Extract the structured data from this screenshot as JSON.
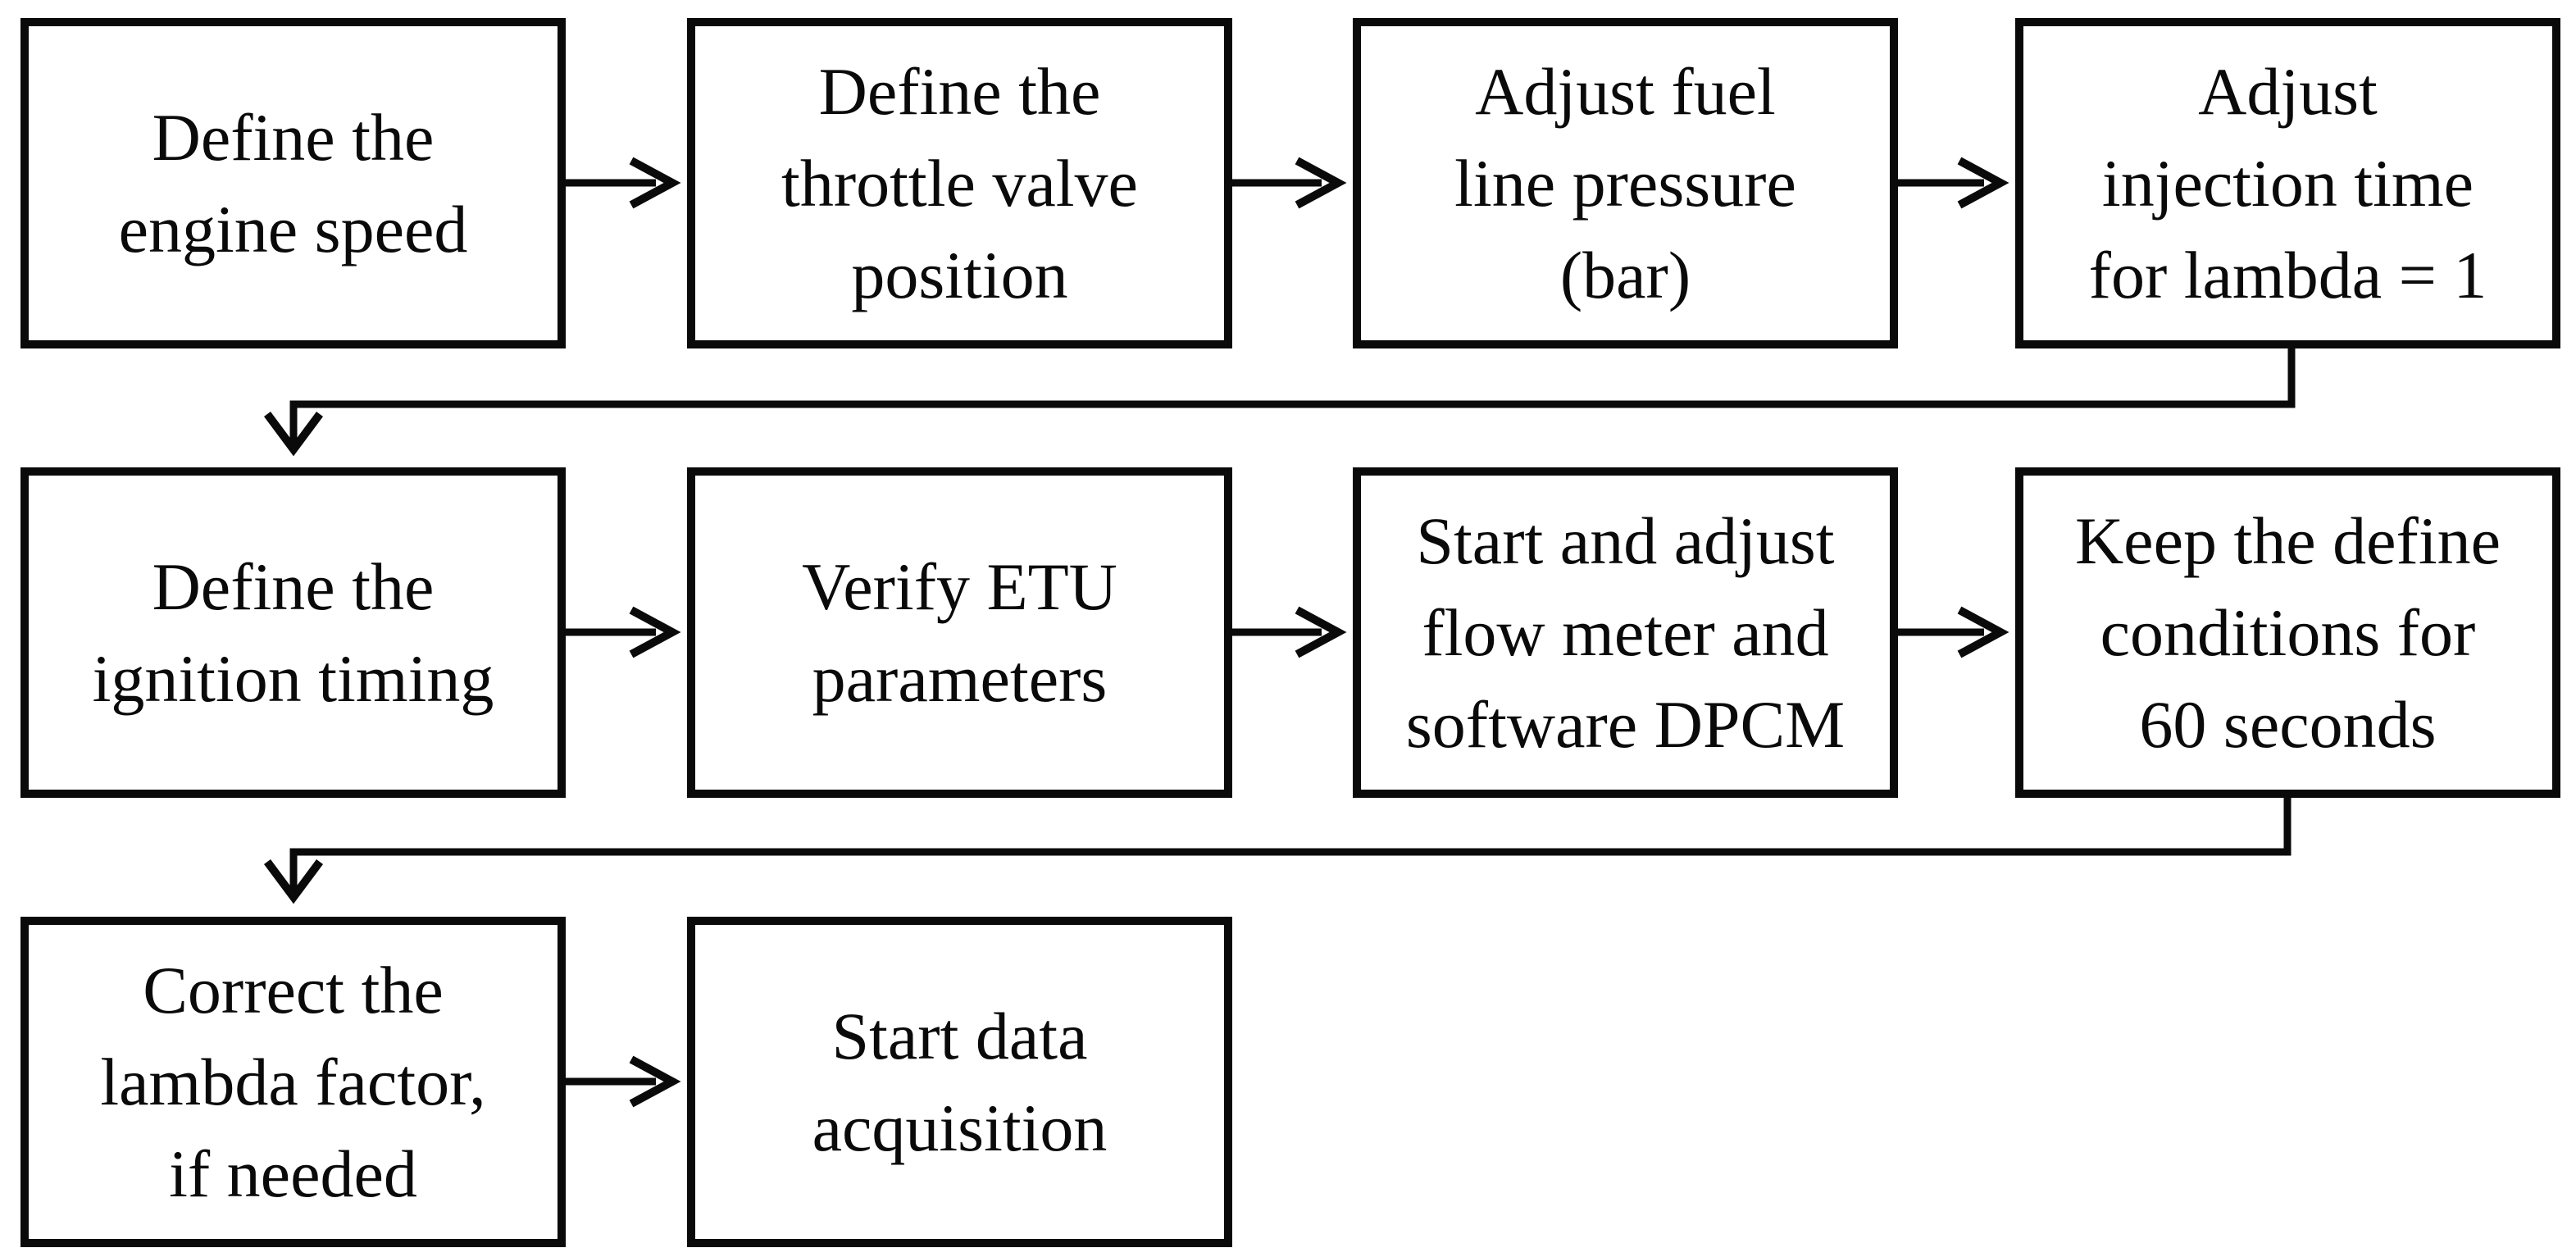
{
  "canvas": {
    "background_color": "#ffffff",
    "line_color": "#0a0a0a",
    "text_color": "#0a0a0a"
  },
  "flowchart": {
    "nodes": [
      {
        "id": "define-engine-speed",
        "label": "Define the\nengine speed"
      },
      {
        "id": "define-throttle-valve-position",
        "label": "Define the\nthrottle valve\nposition"
      },
      {
        "id": "adjust-fuel-line-pressure",
        "label": "Adjust fuel\nline pressure\n(bar)"
      },
      {
        "id": "adjust-injection-time",
        "label": "Adjust\ninjection time\nfor lambda = 1"
      },
      {
        "id": "define-ignition-timing",
        "label": "Define the\nignition timing"
      },
      {
        "id": "verify-etu-parameters",
        "label": "Verify ETU\nparameters"
      },
      {
        "id": "start-adjust-flow-meter",
        "label": "Start and adjust\nflow meter and\nsoftware DPCM"
      },
      {
        "id": "keep-conditions-60s",
        "label": "Keep the define\nconditions for\n60 seconds"
      },
      {
        "id": "correct-lambda-factor",
        "label": "Correct the\nlambda factor,\nif needed"
      },
      {
        "id": "start-data-acquisition",
        "label": "Start data\nacquisition"
      }
    ],
    "edges": [
      {
        "from": "define-engine-speed",
        "to": "define-throttle-valve-position",
        "style": "arrow-right"
      },
      {
        "from": "define-throttle-valve-position",
        "to": "adjust-fuel-line-pressure",
        "style": "arrow-right"
      },
      {
        "from": "adjust-fuel-line-pressure",
        "to": "adjust-injection-time",
        "style": "arrow-right"
      },
      {
        "from": "adjust-injection-time",
        "to": "define-ignition-timing",
        "style": "wrap-down-left-down"
      },
      {
        "from": "define-ignition-timing",
        "to": "verify-etu-parameters",
        "style": "arrow-right"
      },
      {
        "from": "verify-etu-parameters",
        "to": "start-adjust-flow-meter",
        "style": "arrow-right"
      },
      {
        "from": "start-adjust-flow-meter",
        "to": "keep-conditions-60s",
        "style": "arrow-right"
      },
      {
        "from": "keep-conditions-60s",
        "to": "correct-lambda-factor",
        "style": "wrap-down-left-down"
      },
      {
        "from": "correct-lambda-factor",
        "to": "start-data-acquisition",
        "style": "arrow-right"
      }
    ]
  }
}
